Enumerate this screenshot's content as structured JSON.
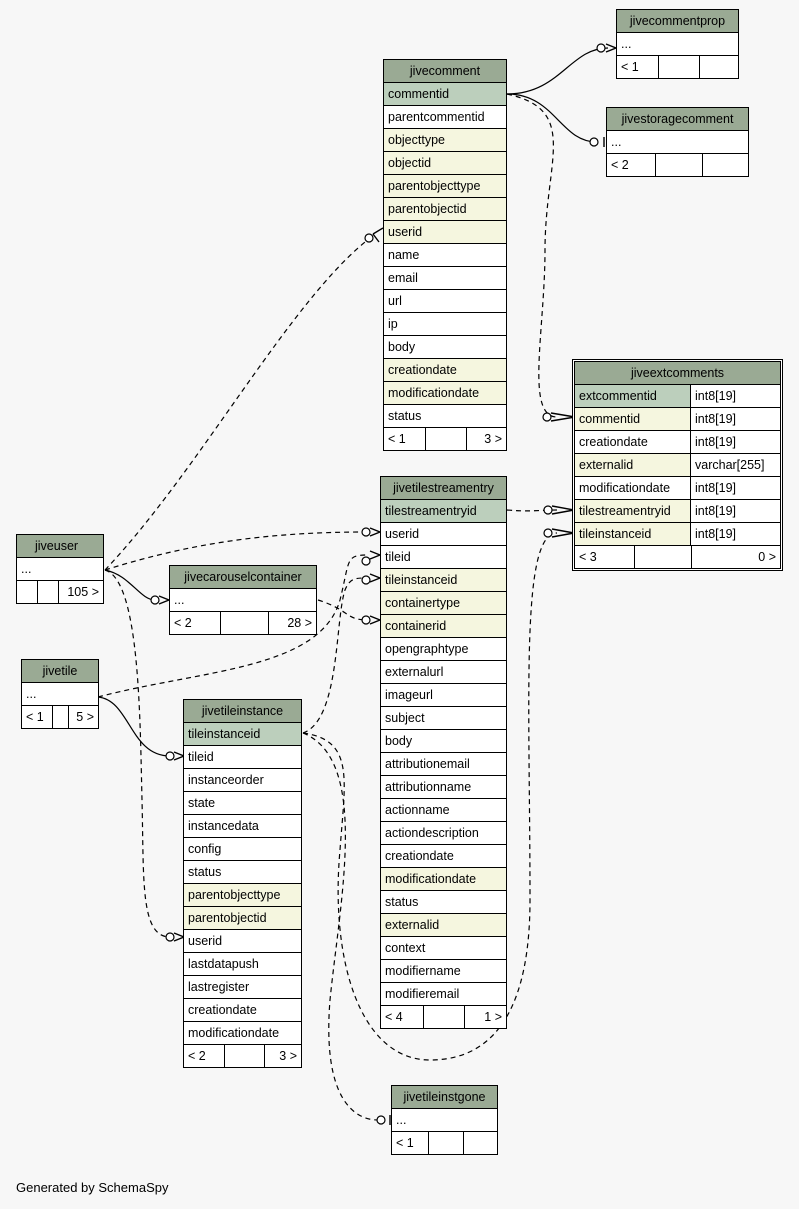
{
  "footer": "Generated by SchemaSpy",
  "tables": {
    "jivecommentprop": {
      "title": "jivecommentprop",
      "rows": [
        "..."
      ],
      "footer": [
        "< 1",
        "",
        ""
      ]
    },
    "jivestoragecomment": {
      "title": "jivestoragecomment",
      "rows": [
        "..."
      ],
      "footer": [
        "< 2",
        "",
        ""
      ]
    },
    "jivecomment": {
      "title": "jivecomment",
      "rows": [
        "commentid",
        "parentcommentid",
        "objecttype",
        "objectid",
        "parentobjecttype",
        "parentobjectid",
        "userid",
        "name",
        "email",
        "url",
        "ip",
        "body",
        "creationdate",
        "modificationdate",
        "status"
      ],
      "footer": [
        "< 1",
        "",
        "3 >"
      ]
    },
    "jiveextcomments": {
      "title": "jiveextcomments",
      "rows": [
        [
          "extcommentid",
          "int8[19]"
        ],
        [
          "commentid",
          "int8[19]"
        ],
        [
          "creationdate",
          "int8[19]"
        ],
        [
          "externalid",
          "varchar[255]"
        ],
        [
          "modificationdate",
          "int8[19]"
        ],
        [
          "tilestreamentryid",
          "int8[19]"
        ],
        [
          "tileinstanceid",
          "int8[19]"
        ]
      ],
      "footer": [
        "< 3",
        "",
        "0 >"
      ]
    },
    "jivetilestreamentry": {
      "title": "jivetilestreamentry",
      "rows": [
        "tilestreamentryid",
        "userid",
        "tileid",
        "tileinstanceid",
        "containertype",
        "containerid",
        "opengraphtype",
        "externalurl",
        "imageurl",
        "subject",
        "body",
        "attributionemail",
        "attributionname",
        "actionname",
        "actiondescription",
        "creationdate",
        "modificationdate",
        "status",
        "externalid",
        "context",
        "modifiername",
        "modifieremail"
      ],
      "footer": [
        "< 4",
        "",
        "1 >"
      ]
    },
    "jiveuser": {
      "title": "jiveuser",
      "rows": [
        "..."
      ],
      "footer": [
        "",
        "",
        "105 >"
      ]
    },
    "jivecarouselcontainer": {
      "title": "jivecarouselcontainer",
      "rows": [
        "..."
      ],
      "footer": [
        "< 2",
        "",
        "28 >"
      ]
    },
    "jivetile": {
      "title": "jivetile",
      "rows": [
        "..."
      ],
      "footer": [
        "< 1",
        "",
        "5 >"
      ]
    },
    "jivetileinstance": {
      "title": "jivetileinstance",
      "rows": [
        "tileinstanceid",
        "tileid",
        "instanceorder",
        "state",
        "instancedata",
        "config",
        "status",
        "parentobjecttype",
        "parentobjectid",
        "userid",
        "lastdatapush",
        "lastregister",
        "creationdate",
        "modificationdate"
      ],
      "footer": [
        "< 2",
        "",
        "3 >"
      ]
    },
    "jivetileinstgone": {
      "title": "jivetileinstgone",
      "rows": [
        "..."
      ],
      "footer": [
        "< 1",
        "",
        ""
      ]
    }
  }
}
